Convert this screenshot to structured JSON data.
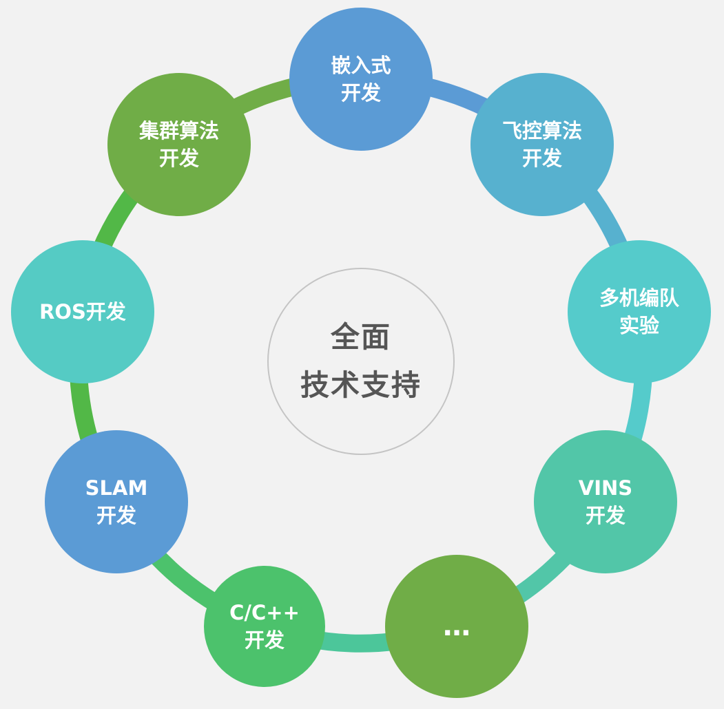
{
  "center": {
    "line1": "全面",
    "line2": "技术支持"
  },
  "nodes": [
    {
      "id": "embedded-dev",
      "lines": [
        "嵌入式",
        "开发"
      ],
      "color": "#5b9bd5"
    },
    {
      "id": "flight-control-dev",
      "lines": [
        "飞控算法",
        "开发"
      ],
      "color": "#57b1cf"
    },
    {
      "id": "multi-uav-formation",
      "lines": [
        "多机编队",
        "实验"
      ],
      "color": "#55cbcb"
    },
    {
      "id": "vins-dev",
      "lines": [
        "VINS",
        "开发"
      ],
      "color": "#52c6a8"
    },
    {
      "id": "more",
      "lines": [
        "…"
      ],
      "color": "#70ad47"
    },
    {
      "id": "cpp-dev",
      "lines": [
        "C/C++",
        "开发"
      ],
      "color": "#4cc26c"
    },
    {
      "id": "slam-dev",
      "lines": [
        "SLAM",
        "开发"
      ],
      "color": "#5b9bd5"
    },
    {
      "id": "ros-dev",
      "lines": [
        "ROS开发"
      ],
      "color": "#55cbc4"
    },
    {
      "id": "swarm-dev",
      "lines": [
        "集群算法",
        "开发"
      ],
      "color": "#70ad47"
    }
  ],
  "arc_colors": [
    "#5b9bd5",
    "#57b1cf",
    "#55cbcb",
    "#52c6a8",
    "#4cc69a",
    "#4cc26c",
    "#52b847",
    "#52b847",
    "#70ad47"
  ]
}
